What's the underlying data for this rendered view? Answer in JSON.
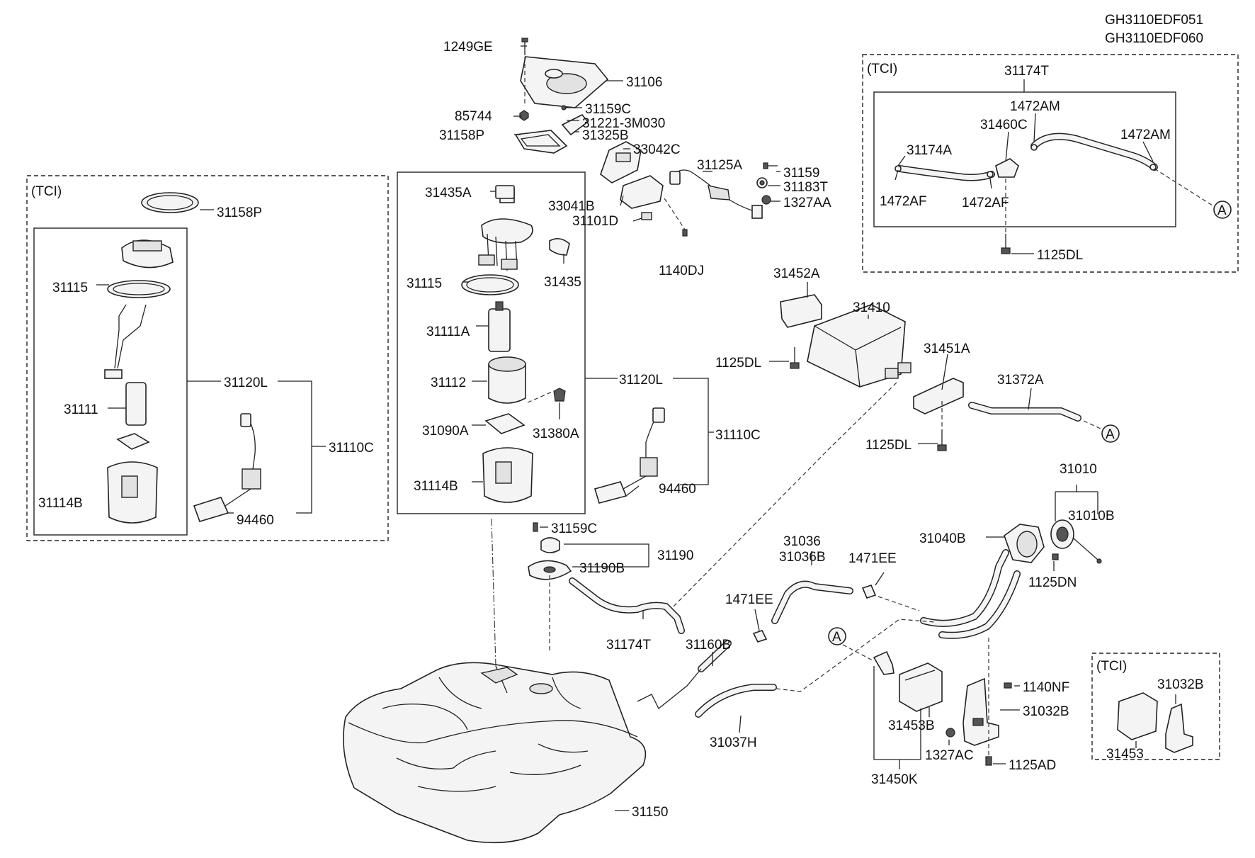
{
  "header": {
    "codes": [
      "GH3110EDF051",
      "GH3110EDF060"
    ]
  },
  "tci_label": "(TCI)",
  "circle_marker": "A",
  "callouts": [
    {
      "id": "c-1249ge",
      "text": "1249GE"
    },
    {
      "id": "c-31106",
      "text": "31106"
    },
    {
      "id": "c-85744",
      "text": "85744"
    },
    {
      "id": "c-31159c-top",
      "text": "31159C"
    },
    {
      "id": "c-31221",
      "text": "31221-3M030"
    },
    {
      "id": "c-31158p-main",
      "text": "31158P"
    },
    {
      "id": "c-31325b",
      "text": "31325B"
    },
    {
      "id": "c-33042c",
      "text": "33042C"
    },
    {
      "id": "c-31125a",
      "text": "31125A"
    },
    {
      "id": "c-31159",
      "text": "31159"
    },
    {
      "id": "c-31183t",
      "text": "31183T"
    },
    {
      "id": "c-1327aa",
      "text": "1327AA"
    },
    {
      "id": "c-33041b",
      "text": "33041B"
    },
    {
      "id": "c-31101d",
      "text": "31101D"
    },
    {
      "id": "c-1140dj",
      "text": "1140DJ"
    },
    {
      "id": "c-31435a",
      "text": "31435A"
    },
    {
      "id": "c-31115-main",
      "text": "31115"
    },
    {
      "id": "c-31435",
      "text": "31435"
    },
    {
      "id": "c-31111a",
      "text": "31111A"
    },
    {
      "id": "c-31112",
      "text": "31112"
    },
    {
      "id": "c-31120l-main",
      "text": "31120L"
    },
    {
      "id": "c-31090a",
      "text": "31090A"
    },
    {
      "id": "c-31380a",
      "text": "31380A"
    },
    {
      "id": "c-31110c-main",
      "text": "31110C"
    },
    {
      "id": "c-31114b-main",
      "text": "31114B"
    },
    {
      "id": "c-94460-main",
      "text": "94460"
    },
    {
      "id": "c-31158p-tci",
      "text": "31158P"
    },
    {
      "id": "c-31115-tci",
      "text": "31115"
    },
    {
      "id": "c-31120l-tci",
      "text": "31120L"
    },
    {
      "id": "c-31111",
      "text": "31111"
    },
    {
      "id": "c-31110c-tci",
      "text": "31110C"
    },
    {
      "id": "c-31114b-tci",
      "text": "31114B"
    },
    {
      "id": "c-94460-tci",
      "text": "94460"
    },
    {
      "id": "c-31174t-tci",
      "text": "31174T"
    },
    {
      "id": "c-1472am-1",
      "text": "1472AM"
    },
    {
      "id": "c-31460c",
      "text": "31460C"
    },
    {
      "id": "c-1472am-2",
      "text": "1472AM"
    },
    {
      "id": "c-31174a",
      "text": "31174A"
    },
    {
      "id": "c-1472af-1",
      "text": "1472AF"
    },
    {
      "id": "c-1472af-2",
      "text": "1472AF"
    },
    {
      "id": "c-1125dl-tci",
      "text": "1125DL"
    },
    {
      "id": "c-31452a",
      "text": "31452A"
    },
    {
      "id": "c-31410",
      "text": "31410"
    },
    {
      "id": "c-1125dl-1",
      "text": "1125DL"
    },
    {
      "id": "c-31451a",
      "text": "31451A"
    },
    {
      "id": "c-31372a",
      "text": "31372A"
    },
    {
      "id": "c-1125dl-2",
      "text": "1125DL"
    },
    {
      "id": "c-31010",
      "text": "31010"
    },
    {
      "id": "c-31010b",
      "text": "31010B"
    },
    {
      "id": "c-31036",
      "text": "31036"
    },
    {
      "id": "c-31036b",
      "text": "31036B"
    },
    {
      "id": "c-1471ee-1",
      "text": "1471EE"
    },
    {
      "id": "c-31040b",
      "text": "31040B"
    },
    {
      "id": "c-1125dn",
      "text": "1125DN"
    },
    {
      "id": "c-31159c-low",
      "text": "31159C"
    },
    {
      "id": "c-31190",
      "text": "31190"
    },
    {
      "id": "c-31190b",
      "text": "31190B"
    },
    {
      "id": "c-1471ee-2",
      "text": "1471EE"
    },
    {
      "id": "c-31174t",
      "text": "31174T"
    },
    {
      "id": "c-31160b",
      "text": "31160B"
    },
    {
      "id": "c-1140nf",
      "text": "1140NF"
    },
    {
      "id": "c-31032b-main",
      "text": "31032B"
    },
    {
      "id": "c-31453b",
      "text": "31453B"
    },
    {
      "id": "c-31037h",
      "text": "31037H"
    },
    {
      "id": "c-1327ac",
      "text": "1327AC"
    },
    {
      "id": "c-1125ad",
      "text": "1125AD"
    },
    {
      "id": "c-31450k",
      "text": "31450K"
    },
    {
      "id": "c-31150",
      "text": "31150"
    },
    {
      "id": "c-31032b-tci",
      "text": "31032B"
    },
    {
      "id": "c-31453",
      "text": "31453"
    }
  ]
}
